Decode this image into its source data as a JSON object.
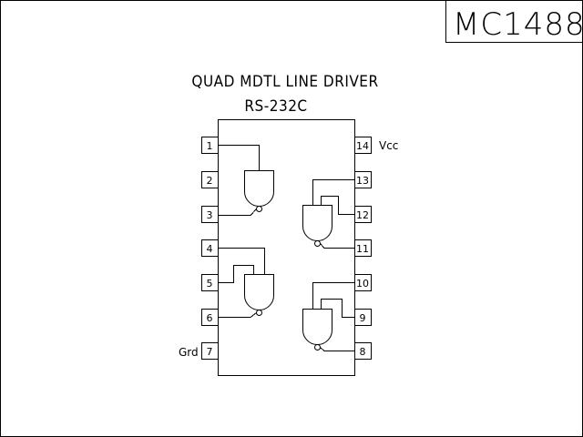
{
  "part_number": "MC1488",
  "title_line1": "QUAD MDTL LINE DRIVER",
  "title_line2": "RS-232C",
  "pins_left": [
    "1",
    "2",
    "3",
    "4",
    "5",
    "6",
    "7"
  ],
  "pins_right": [
    "14",
    "13",
    "12",
    "11",
    "10",
    "9",
    "8"
  ],
  "pin_labels": {
    "vcc": "Vcc",
    "gnd": "Grd"
  },
  "gates": [
    {
      "inputs": [
        "1"
      ],
      "output": "3"
    },
    {
      "inputs": [
        "4",
        "5"
      ],
      "output": "6"
    },
    {
      "inputs": [
        "13",
        "12"
      ],
      "output": "11"
    },
    {
      "inputs": [
        "10",
        "9"
      ],
      "output": "8"
    }
  ]
}
